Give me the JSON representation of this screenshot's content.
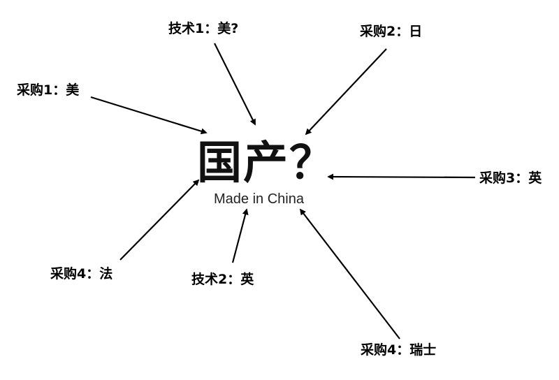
{
  "center": {
    "title": "国产？",
    "subtitle": "Made in China"
  },
  "labels": {
    "tech1": "技术1：美?",
    "purchase2": "采购2：日",
    "purchase1": "采购1：美",
    "purchase3": "采购3：英",
    "purchase4_fr": "采购4：法",
    "tech2": "技术2：英",
    "purchase4_ch": "采购4：瑞士"
  }
}
